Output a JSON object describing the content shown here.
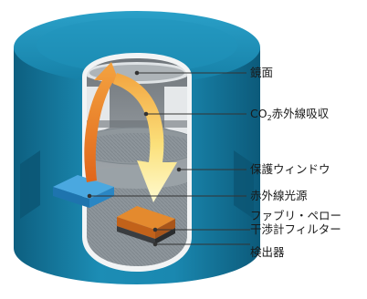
{
  "labels": {
    "mirror": "鏡面",
    "co2_prefix": "CO",
    "co2_subscript": "2",
    "co2_suffix": "赤外線吸収",
    "window": "保護ウィンドウ",
    "ir_source": "赤外線光源",
    "filter_line1": "ファブリ・ペロー",
    "filter_line2": "干渉計フィルター",
    "detector": "検出器"
  },
  "colors": {
    "body_dark": "#0f6f92",
    "body_mid": "#1a86ad",
    "body_light": "#2ea3cb",
    "top_rim": "#1d8fb8",
    "interior": "#8a8f94",
    "interior_light": "#c7cbce",
    "floor": "#8d959b",
    "orange": "#e3741e",
    "orange_light": "#f7c56a",
    "yellow": "#fff4a8",
    "source_blue": "#2b8fd0",
    "filter_orange": "#d9771e",
    "leader": "#333333"
  }
}
